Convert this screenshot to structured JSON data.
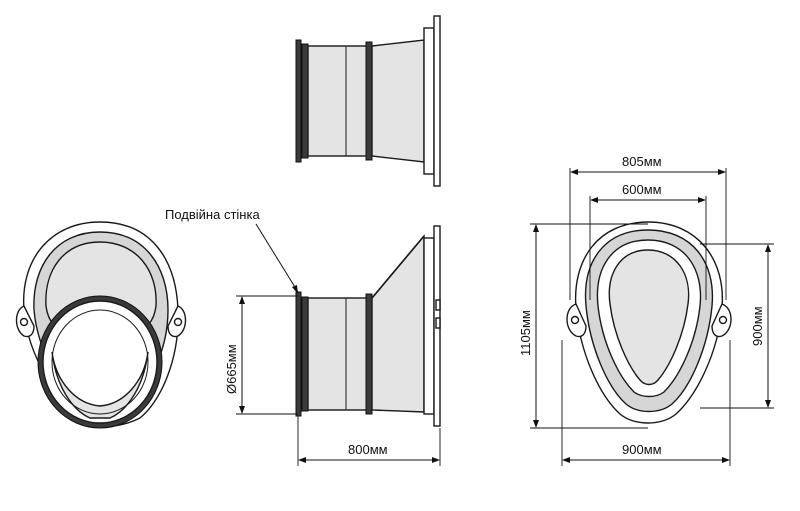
{
  "callout": {
    "double_wall": "Подвійна стінка"
  },
  "dimensions": {
    "pipe_diameter": "Ø665мм",
    "side_length": "800мм",
    "outer_width": "805мм",
    "inner_width": "600мм",
    "total_height": "1105мм",
    "right_height": "900мм",
    "bottom_width": "900мм"
  }
}
